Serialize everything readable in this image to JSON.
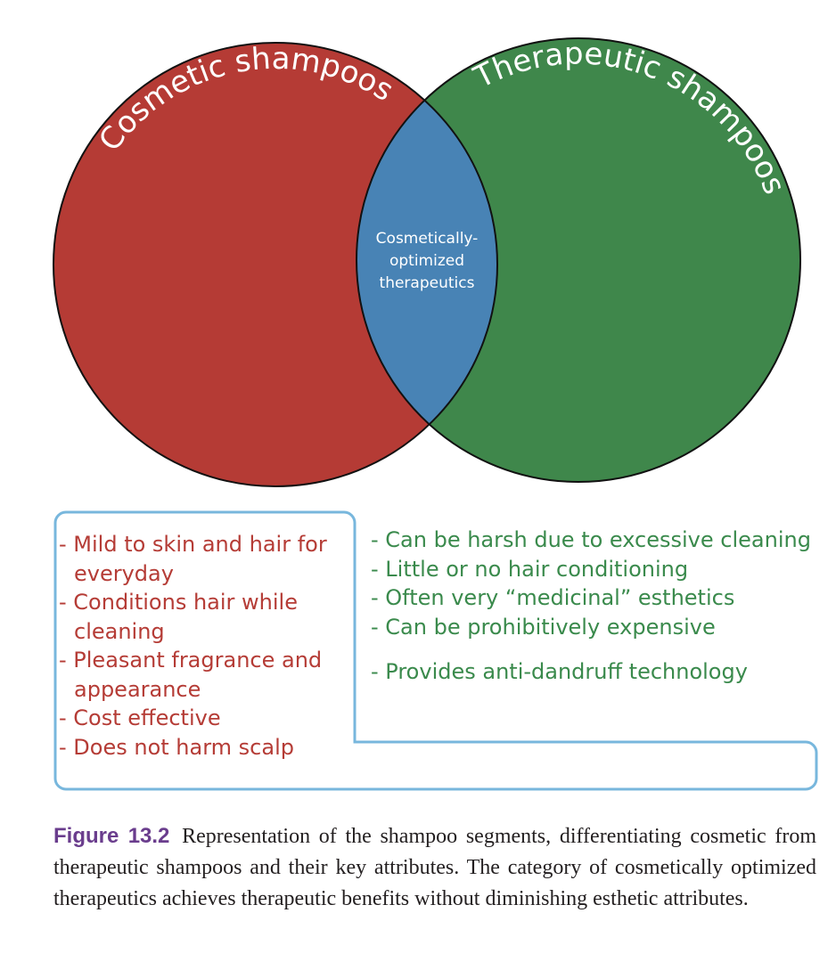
{
  "venn": {
    "left_set": {
      "label": "Cosmetic shampoos",
      "color": "#b53b35"
    },
    "right_set": {
      "label": "Therapeutic shampoos",
      "color": "#3f874b"
    },
    "overlap": {
      "lines": [
        "Cosmetically-",
        "optimized",
        "therapeutics"
      ],
      "color": "#4883b5"
    },
    "outline_color": "#111111"
  },
  "attributes": {
    "box_color": "#78b7dd",
    "cosmetic": [
      "- Mild to skin and hair for everyday",
      "- Conditions hair while cleaning",
      "- Pleasant fragrance and appearance",
      "- Cost effective",
      "- Does not harm scalp"
    ],
    "therapeutic": [
      "- Can be harsh due to excessive cleaning",
      "- Little or no hair conditioning",
      "- Often very “medicinal” esthetics",
      "- Can be prohibitively expensive",
      "- Provides anti-dandruff technology"
    ]
  },
  "caption": {
    "label": "Figure 13.2",
    "text": "Representation of the shampoo segments, differentiating cosmetic from therapeutic shampoos and their key attributes. The category of cosmetically optimized therapeutics achieves therapeutic benefits without diminishing esthetic attributes."
  }
}
